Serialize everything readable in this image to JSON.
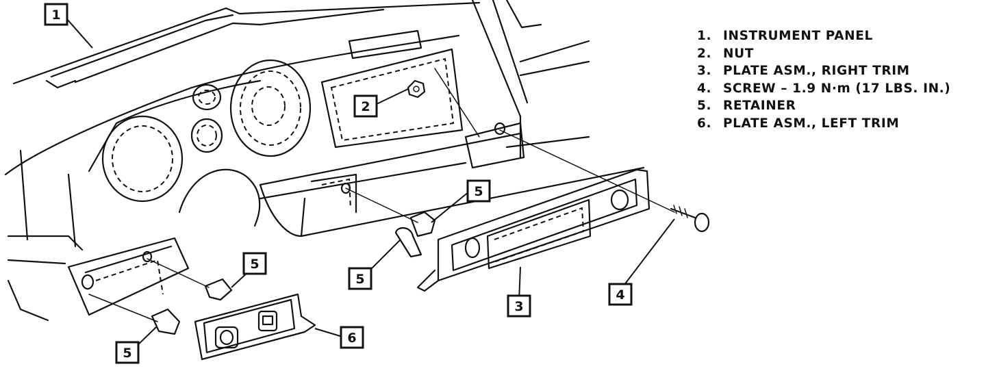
{
  "callouts": [
    {
      "label": "1"
    },
    {
      "label": "2"
    },
    {
      "label": "3"
    },
    {
      "label": "4"
    },
    {
      "label": "5"
    },
    {
      "label": "5"
    },
    {
      "label": "5"
    },
    {
      "label": "5"
    },
    {
      "label": "6"
    }
  ],
  "legend": [
    {
      "num": "1.",
      "text": "INSTRUMENT PANEL"
    },
    {
      "num": "2.",
      "text": "NUT"
    },
    {
      "num": "3.",
      "text": "PLATE ASM.,  RIGHT TRIM"
    },
    {
      "num": "4.",
      "text": "SCREW – 1.9 N·m (17 LBS. IN.)"
    },
    {
      "num": "5.",
      "text": "RETAINER"
    },
    {
      "num": "6.",
      "text": "PLATE ASM., LEFT TRIM"
    }
  ]
}
